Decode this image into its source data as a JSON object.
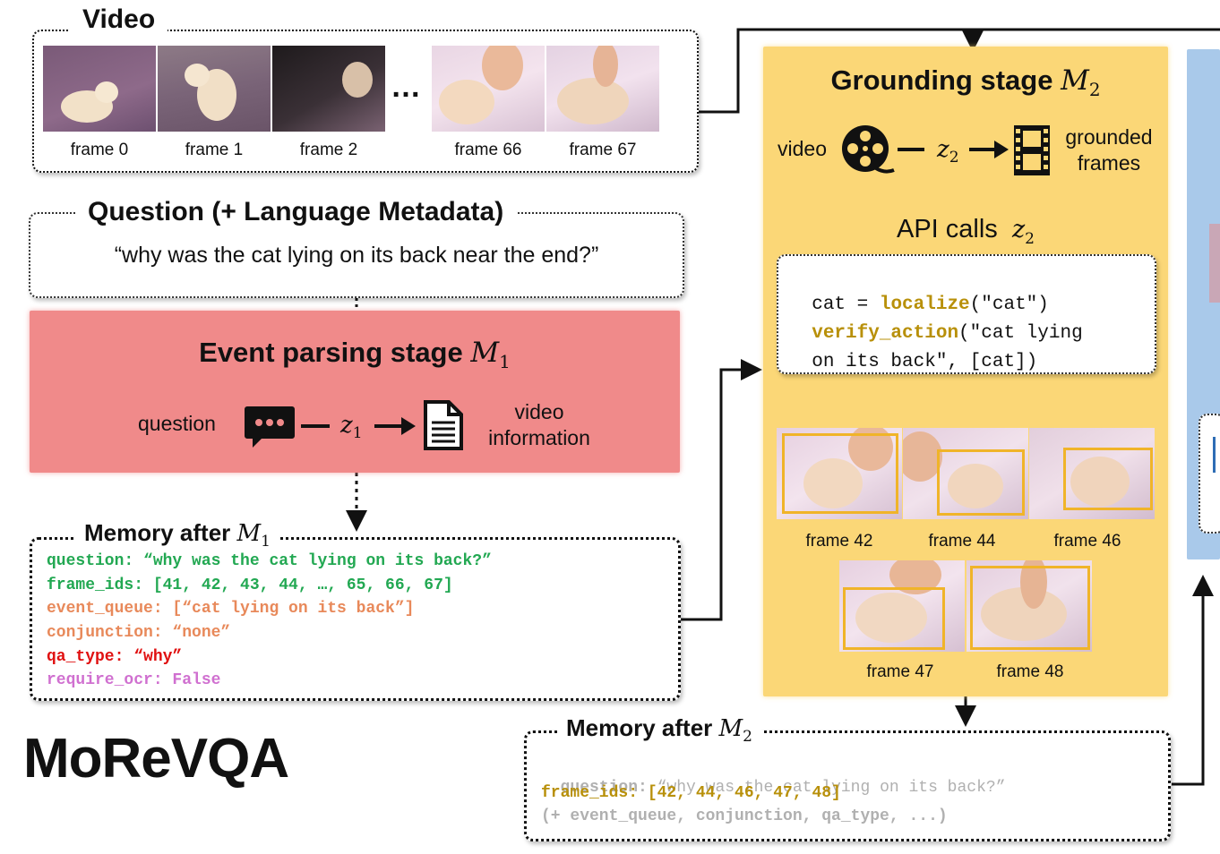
{
  "video": {
    "title": "Video",
    "ellipsis": "…",
    "frames": [
      {
        "caption": "frame 0"
      },
      {
        "caption": "frame 1"
      },
      {
        "caption": "frame 2"
      },
      {
        "caption": "frame 66"
      },
      {
        "caption": "frame 67"
      }
    ]
  },
  "question": {
    "title": "Question (+ Language Metadata)",
    "text": "“why was the cat lying on its back near the end?”"
  },
  "event_parsing": {
    "title": "Event parsing stage",
    "model": "M",
    "model_sub": "1",
    "input_label": "question",
    "latent": "z",
    "latent_sub": "1",
    "output_label_1": "video",
    "output_label_2": "information",
    "icons": [
      "chat-bubble-icon",
      "document-icon"
    ],
    "colors": {
      "background": "#f08a8a"
    }
  },
  "memory1": {
    "title": "Memory after",
    "model": "M",
    "model_sub": "1",
    "lines": [
      {
        "text": "question: “why was the cat lying on its back?”",
        "color": "#22a852"
      },
      {
        "text": "frame_ids: [41, 42, 43, 44, …, 65, 66, 67]",
        "color": "#22a852"
      },
      {
        "text": "event_queue: [“cat lying on its back”]",
        "color": "#e8895a"
      },
      {
        "text": "conjunction: “none”",
        "color": "#e8895a"
      },
      {
        "text": "qa_type: “why”",
        "color": "#e01010"
      },
      {
        "text": "require_ocr: False",
        "color": "#d070d0"
      }
    ]
  },
  "brand": "MoReVQA",
  "grounding": {
    "title": "Grounding stage",
    "model": "M",
    "model_sub": "2",
    "input_label": "video",
    "latent": "z",
    "latent_sub": "2",
    "output_label_1": "grounded",
    "output_label_2": "frames",
    "icons": [
      "film-reel-icon",
      "film-strip-icon"
    ],
    "api_title": "API calls",
    "api_latent": "z",
    "api_latent_sub": "2",
    "code": [
      [
        {
          "t": "cat = ",
          "k": false
        },
        {
          "t": "localize",
          "k": true
        },
        {
          "t": "(\"cat\")",
          "k": false
        }
      ],
      [
        {
          "t": "verify_action",
          "k": true
        },
        {
          "t": "(\"cat lying",
          "k": false
        }
      ],
      [
        {
          "t": "on its back\", [cat])",
          "k": false
        }
      ]
    ],
    "frames": [
      {
        "caption": "frame 42"
      },
      {
        "caption": "frame 44"
      },
      {
        "caption": "frame 46"
      },
      {
        "caption": "frame 47"
      },
      {
        "caption": "frame 48"
      }
    ],
    "colors": {
      "background": "#fbd777",
      "keyword": "#b8900a",
      "bbox": "#f0b429"
    }
  },
  "memory2": {
    "title": "Memory after",
    "model": "M",
    "model_sub": "2",
    "lines": [
      {
        "label": "question:",
        "value": " “why was the cat lying on its back?”",
        "style": "faded-mixed"
      },
      {
        "label": "frame_ids: [42, 44, 46, 47, 48]",
        "value": "",
        "style": "highlight"
      },
      {
        "label": "(+ event_queue, conjunction, qa_type, ...)",
        "value": "",
        "style": "faded"
      }
    ],
    "colors": {
      "faded": "#b0b0b0",
      "highlight": "#b8900a"
    }
  },
  "next_stage": {
    "colors": {
      "background": "#a9c9ea"
    }
  }
}
